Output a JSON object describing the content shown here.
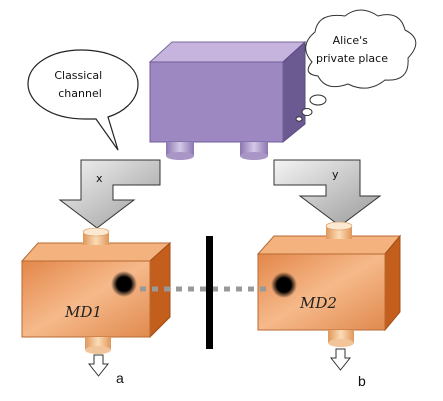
{
  "bubbles": {
    "classical_channel": "Classical\nchannel",
    "alice_private_place": "Alice's\nprivate place"
  },
  "arrows": {
    "left_label": "x",
    "right_label": "y"
  },
  "devices": {
    "md1_label": "MD1",
    "md2_label": "MD2"
  },
  "outputs": {
    "left": "a",
    "right": "b"
  }
}
